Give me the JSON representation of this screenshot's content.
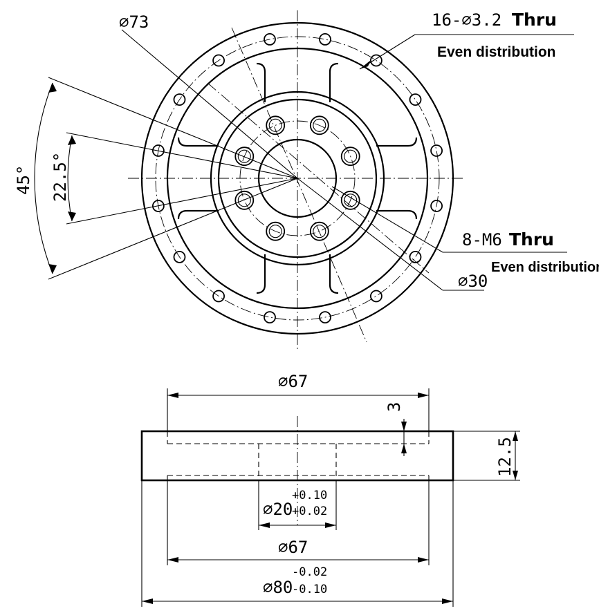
{
  "dims": {
    "pcd_outer": "⌀73",
    "outer_holes_count": "16-⌀3.2",
    "outer_holes_thru": "Thru",
    "outer_holes_note": "Even distribution",
    "angle_large": "45°",
    "angle_small": "22.5°",
    "tapped_holes_count": "8-M6",
    "tapped_holes_thru": "Thru",
    "tapped_holes_note": "Even distribution",
    "pcd_inner": "⌀30",
    "top_width": "⌀67",
    "step_depth": "3",
    "thickness": "12.5",
    "bore": "⌀20",
    "bore_tol_upper": "+0.10",
    "bore_tol_lower": "+0.02",
    "bottom_width": "⌀67",
    "outer_diameter": "⌀80",
    "od_tol_upper": "-0.02",
    "od_tol_lower": "-0.10"
  }
}
